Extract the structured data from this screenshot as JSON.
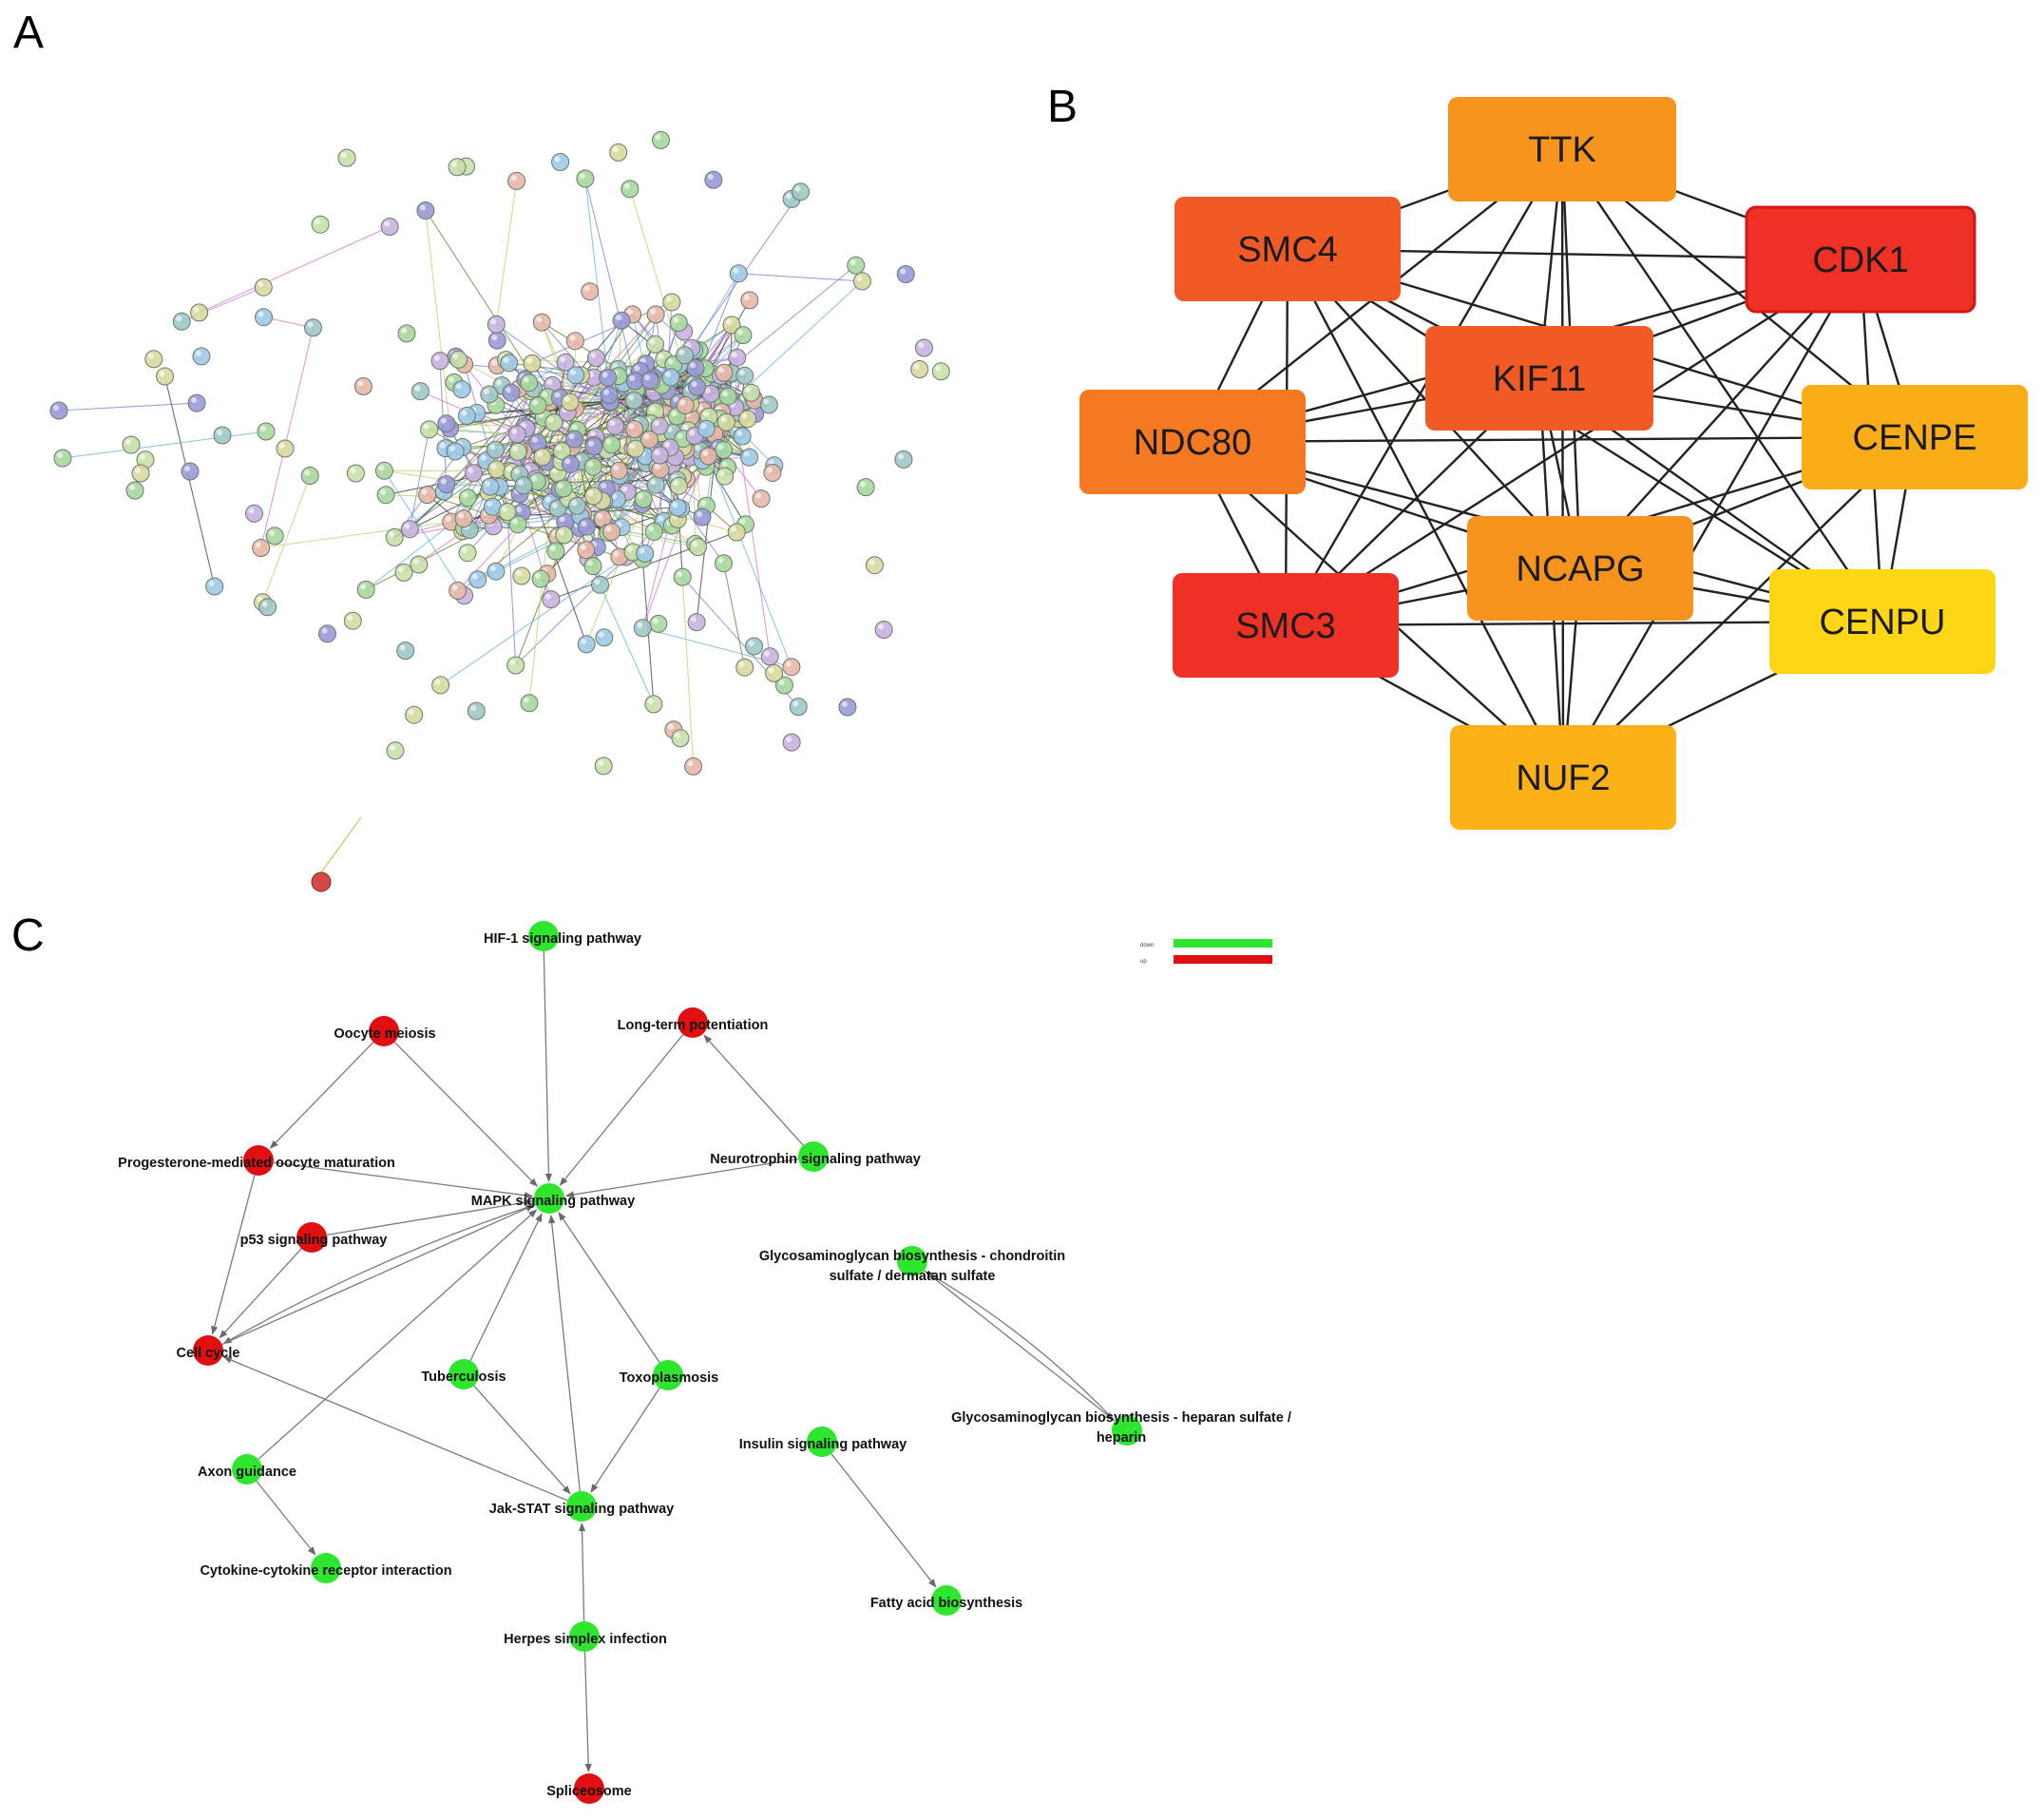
{
  "panels": {
    "a": {
      "letter": "A"
    },
    "b": {
      "letter": "B"
    },
    "c": {
      "letter": "C"
    }
  },
  "panel_a": {
    "node_colors": [
      "#a8d8a0",
      "#9fc9e8",
      "#c9b3e0",
      "#e8b8a8",
      "#d9d9a0",
      "#a0c8c8",
      "#9a9ad8",
      "#c8e0a8"
    ],
    "edge_colors": [
      "#5a7a2a",
      "#b8d060",
      "#d070c8",
      "#60b0d0",
      "#303030",
      "#7878c8"
    ],
    "outlier_color": "#d84848"
  },
  "panel_b": {
    "nodes": [
      {
        "id": "TTK",
        "label": "TTK",
        "color": "#f7941d"
      },
      {
        "id": "SMC4",
        "label": "SMC4",
        "color": "#f15a24"
      },
      {
        "id": "CDK1",
        "label": "CDK1",
        "color": "#ee3124"
      },
      {
        "id": "KIF11",
        "label": "KIF11",
        "color": "#f15a24"
      },
      {
        "id": "NDC80",
        "label": "NDC80",
        "color": "#f47920"
      },
      {
        "id": "CENPE",
        "label": "CENPE",
        "color": "#fbad18"
      },
      {
        "id": "NCAPG",
        "label": "NCAPG",
        "color": "#f7941d"
      },
      {
        "id": "SMC3",
        "label": "SMC3",
        "color": "#ee3124"
      },
      {
        "id": "CENPU",
        "label": "CENPU",
        "color": "#fdd716"
      },
      {
        "id": "NUF2",
        "label": "NUF2",
        "color": "#fbb217"
      }
    ],
    "edge_color": "#222222"
  },
  "panel_c": {
    "legend": [
      {
        "label": "down",
        "color": "#2ee62e"
      },
      {
        "label": "up",
        "color": "#e01010"
      }
    ],
    "nodes": [
      {
        "id": "hif1",
        "label": "HIF-1 signaling pathway",
        "color": "#2ee62e"
      },
      {
        "id": "oocyte",
        "label": "Oocyte meiosis",
        "color": "#e01010"
      },
      {
        "id": "ltp",
        "label": "Long-term potentiation",
        "color": "#e01010"
      },
      {
        "id": "prog",
        "label": "Progesterone-mediated oocyte maturation",
        "color": "#e01010"
      },
      {
        "id": "neuro",
        "label": "Neurotrophin signaling pathway",
        "color": "#2ee62e"
      },
      {
        "id": "mapk",
        "label": "MAPK signaling pathway",
        "color": "#2ee62e"
      },
      {
        "id": "p53",
        "label": "p53 signaling pathway",
        "color": "#e01010"
      },
      {
        "id": "gag1",
        "label": "Glycosaminoglycan biosynthesis - chondroitin sulfate / dermatan sulfate",
        "color": "#2ee62e"
      },
      {
        "id": "cellcycle",
        "label": "Cell cycle",
        "color": "#e01010"
      },
      {
        "id": "tb",
        "label": "Tuberculosis",
        "color": "#2ee62e"
      },
      {
        "id": "toxo",
        "label": "Toxoplasmosis",
        "color": "#2ee62e"
      },
      {
        "id": "gag2",
        "label": "Glycosaminoglycan biosynthesis - heparan sulfate / heparin",
        "color": "#2ee62e"
      },
      {
        "id": "insulin",
        "label": "Insulin signaling pathway",
        "color": "#2ee62e"
      },
      {
        "id": "axon",
        "label": "Axon guidance",
        "color": "#2ee62e"
      },
      {
        "id": "jak",
        "label": "Jak-STAT signaling pathway",
        "color": "#2ee62e"
      },
      {
        "id": "cytokine",
        "label": "Cytokine-cytokine receptor interaction",
        "color": "#2ee62e"
      },
      {
        "id": "fatty",
        "label": "Fatty acid biosynthesis",
        "color": "#2ee62e"
      },
      {
        "id": "herpes",
        "label": "Herpes simplex infection",
        "color": "#2ee62e"
      },
      {
        "id": "splice",
        "label": "Spliceosome",
        "color": "#e01010"
      }
    ],
    "edges": [
      [
        "hif1",
        "mapk"
      ],
      [
        "ltp",
        "mapk"
      ],
      [
        "neuro",
        "ltp"
      ],
      [
        "neuro",
        "mapk"
      ],
      [
        "oocyte",
        "prog"
      ],
      [
        "oocyte",
        "mapk"
      ],
      [
        "prog",
        "mapk"
      ],
      [
        "prog",
        "cellcycle"
      ],
      [
        "p53",
        "mapk"
      ],
      [
        "p53",
        "cellcycle"
      ],
      [
        "mapk",
        "cellcycle"
      ],
      [
        "cellcycle",
        "mapk"
      ],
      [
        "tb",
        "mapk"
      ],
      [
        "toxo",
        "mapk"
      ],
      [
        "tb",
        "jak"
      ],
      [
        "toxo",
        "jak"
      ],
      [
        "axon",
        "mapk"
      ],
      [
        "axon",
        "cytokine"
      ],
      [
        "jak",
        "cellcycle"
      ],
      [
        "jak",
        "mapk"
      ],
      [
        "herpes",
        "jak"
      ],
      [
        "herpes",
        "splice"
      ],
      [
        "insulin",
        "fatty"
      ],
      [
        "gag1",
        "gag2"
      ],
      [
        "gag2",
        "gag1"
      ]
    ],
    "edge_color": "#7a7a7a"
  }
}
